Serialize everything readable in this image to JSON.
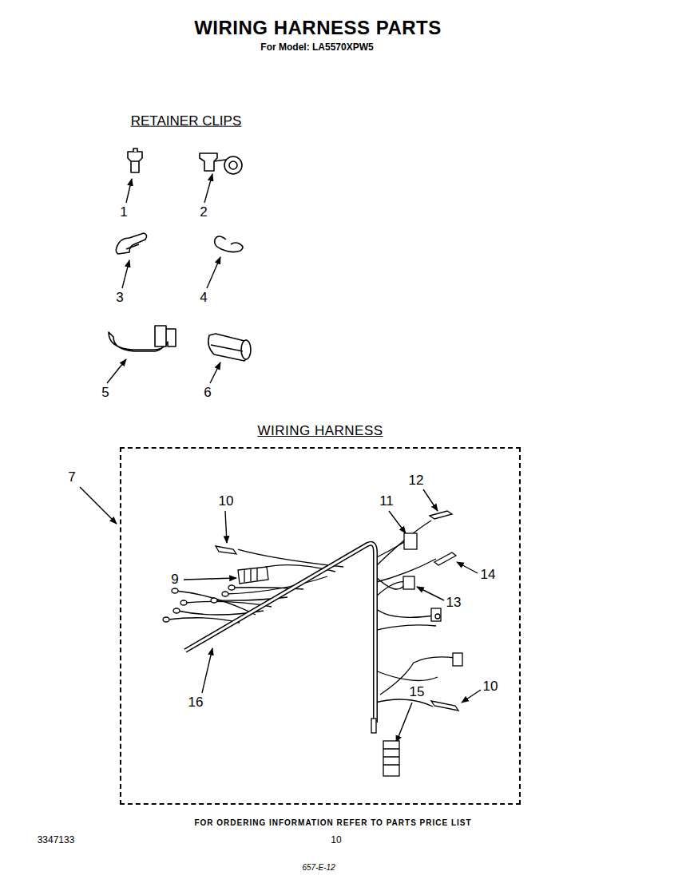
{
  "diagram": {
    "title": "WIRING HARNESS PARTS",
    "nodes": [
      {
        "text": [
          "WIRING HARNESS"
        ]
      }
    ],
    "labels": [
      "For Model: LA5570XPW5",
      "RETAINER CLIPS",
      "1",
      "2",
      "3",
      "4",
      "5",
      "6",
      "7",
      "10",
      "12",
      "11",
      "9",
      "14",
      "13",
      "16",
      "15",
      "10",
      "FOR ORDERING INFORMATION REFER TO PARTS PRICE LIST",
      "3347133",
      "10",
      "657-E-12"
    ]
  }
}
